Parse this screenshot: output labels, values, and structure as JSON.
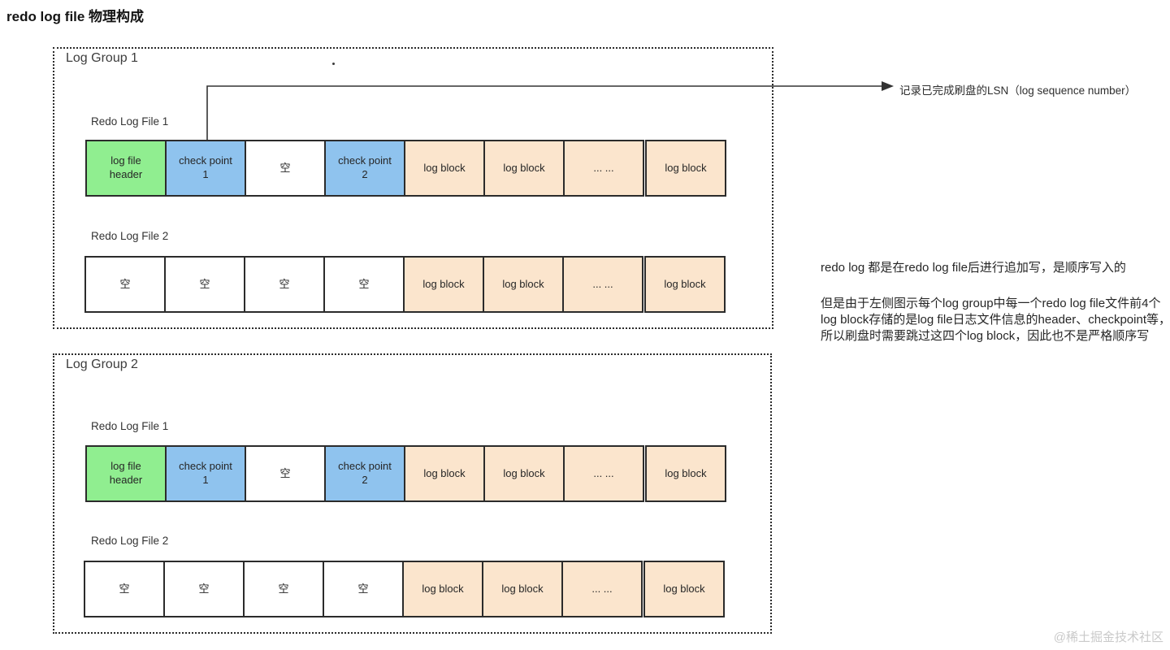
{
  "title": "redo log file 物理构成",
  "arrow_annotation": "记录已完成刷盘的LSN（log sequence number）",
  "colors": {
    "header": "#90EE90",
    "checkpoint": "#8FC3EE",
    "empty": "#FFFFFF",
    "logblock": "#FBE5CD",
    "block_border": "#2b2b2b",
    "arrow": "#333333"
  },
  "groups": [
    {
      "label": "Log Group 1",
      "files": [
        {
          "label": "Redo Log File 1",
          "blocks": [
            {
              "text": "log file\nheader",
              "type": "header"
            },
            {
              "text": "check point\n1",
              "type": "checkpoint"
            },
            {
              "text": "空",
              "type": "empty"
            },
            {
              "text": "check point\n2",
              "type": "checkpoint"
            },
            {
              "text": "log block",
              "type": "logblock"
            },
            {
              "text": "log block",
              "type": "logblock"
            },
            {
              "text": "... ...",
              "type": "logblock"
            },
            {
              "text": "log block",
              "type": "logblock"
            }
          ]
        },
        {
          "label": "Redo Log File 2",
          "blocks": [
            {
              "text": "空",
              "type": "empty"
            },
            {
              "text": "空",
              "type": "empty"
            },
            {
              "text": "空",
              "type": "empty"
            },
            {
              "text": "空",
              "type": "empty"
            },
            {
              "text": "log block",
              "type": "logblock"
            },
            {
              "text": "log block",
              "type": "logblock"
            },
            {
              "text": "... ...",
              "type": "logblock"
            },
            {
              "text": "log block",
              "type": "logblock"
            }
          ]
        }
      ]
    },
    {
      "label": "Log Group 2",
      "files": [
        {
          "label": "Redo Log File 1",
          "blocks": [
            {
              "text": "log file\nheader",
              "type": "header"
            },
            {
              "text": "check point\n1",
              "type": "checkpoint"
            },
            {
              "text": "空",
              "type": "empty"
            },
            {
              "text": "check point\n2",
              "type": "checkpoint"
            },
            {
              "text": "log block",
              "type": "logblock"
            },
            {
              "text": "log block",
              "type": "logblock"
            },
            {
              "text": "... ...",
              "type": "logblock"
            },
            {
              "text": "log block",
              "type": "logblock"
            }
          ]
        },
        {
          "label": "Redo Log File 2",
          "blocks": [
            {
              "text": "空",
              "type": "empty"
            },
            {
              "text": "空",
              "type": "empty"
            },
            {
              "text": "空",
              "type": "empty"
            },
            {
              "text": "空",
              "type": "empty"
            },
            {
              "text": "log block",
              "type": "logblock"
            },
            {
              "text": "log block",
              "type": "logblock"
            },
            {
              "text": "... ...",
              "type": "logblock"
            },
            {
              "text": "log block",
              "type": "logblock"
            }
          ]
        }
      ]
    }
  ],
  "notes": [
    "redo log 都是在redo log file后进行追加写，是顺序写入的",
    "但是由于左侧图示每个log group中每一个redo log file文件前4个log block存储的是log file日志文件信息的header、checkpoint等，所以刷盘时需要跳过这四个log block，因此也不是严格顺序写"
  ],
  "watermark": "@稀土掘金技术社区"
}
